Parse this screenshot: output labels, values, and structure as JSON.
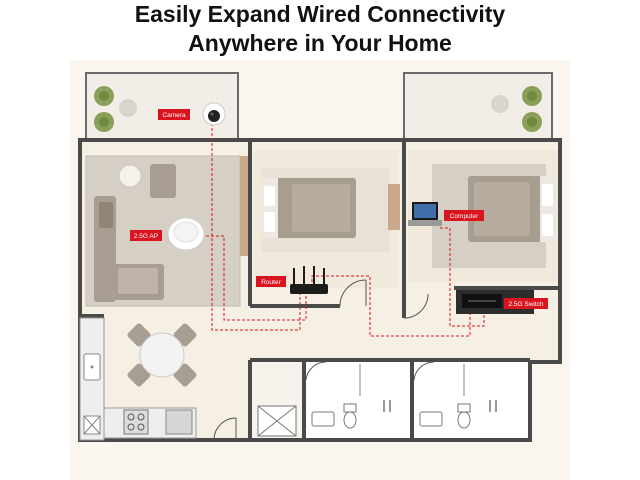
{
  "headline": {
    "line1": "Easily Expand Wired Connectivity",
    "line2": "Anywhere in Your Home"
  },
  "labels": {
    "camera": "Camera",
    "ap": "2.5G AP",
    "router": "Router",
    "computer": "Computer",
    "switch": "2.5G Switch"
  },
  "colors": {
    "label_bg": "#d9141e",
    "wall": "#4a4a4a",
    "floor": "#f3ece1",
    "rug": "#cfc8bd",
    "cable": "#d9141e"
  }
}
